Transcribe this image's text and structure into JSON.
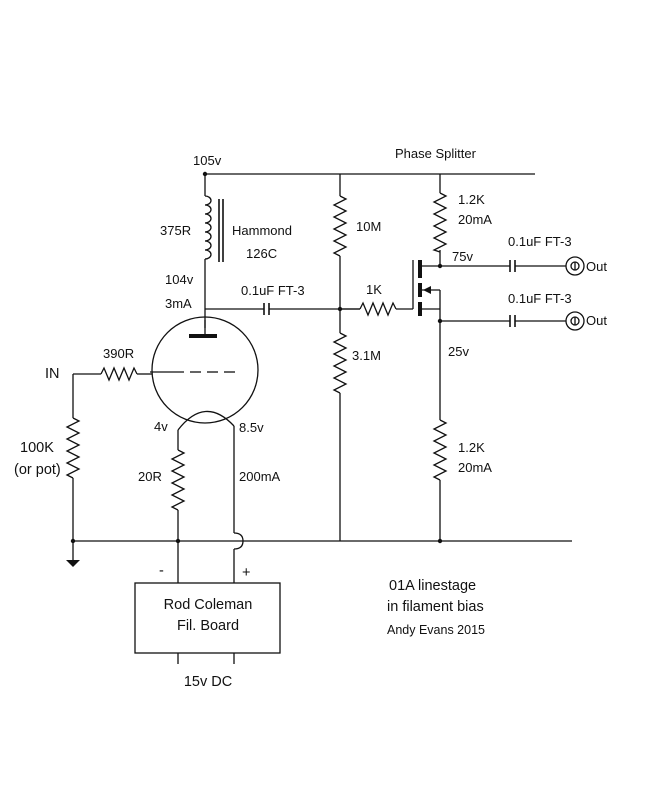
{
  "supply": {
    "b_plus_label": "105v"
  },
  "section_title": "Phase Splitter",
  "choke": {
    "resistance": "375R",
    "name_line1": "Hammond",
    "name_line2": "126C"
  },
  "plate": {
    "voltage": "104v",
    "current": "3mA"
  },
  "coupling_cap_1": "0.1uF FT-3",
  "coupling_cap_2": "0.1uF FT-3",
  "coupling_cap_3": "0.1uF FT-3",
  "r_top_bias": "10M",
  "r_bottom_bias": "3.1M",
  "r_gate_stopper": "1K",
  "r_drain": {
    "value": "1.2K",
    "current": "20mA"
  },
  "drain_voltage": "75v",
  "source_voltage": "25v",
  "r_source": {
    "value": "1.2K",
    "current": "20mA"
  },
  "outputs": {
    "out_1": "Out",
    "out_2": "Out"
  },
  "input": {
    "label": "IN",
    "grid_stopper": "390R",
    "r_input_value": "100K",
    "r_input_note": "(or pot)"
  },
  "filament": {
    "neg_voltage": "4v",
    "pos_voltage": "8.5v",
    "resistor": "20R",
    "current": "200mA"
  },
  "board": {
    "line1": "Rod Coleman",
    "line2": "Fil. Board",
    "minus": "-",
    "plus": "+",
    "supply": "15v DC"
  },
  "caption": {
    "line1": "01A linestage",
    "line2": "in filament bias",
    "author": "Andy Evans 2015"
  }
}
